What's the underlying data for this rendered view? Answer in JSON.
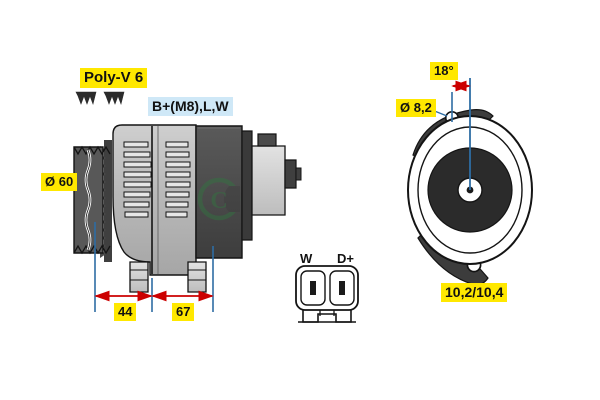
{
  "drawing": {
    "title": "Alternator dimensional drawing",
    "background_color": "#ffffff",
    "highlight_yellow": "#FFE800",
    "highlight_blue": "#CFE8F7",
    "dimension_line_color": "#CC0000",
    "extension_line_color": "#2E6DA4",
    "outline_color": "#111111"
  },
  "labels": {
    "poly_v": "Poly-V 6",
    "terminals": "B+(M8),L,W",
    "pulley_diameter": "Ø 60",
    "dim_44": "44",
    "dim_67": "67",
    "angle": "18°",
    "hole_diameter": "Ø 8,2",
    "mount_spacing": "10,2/10,4"
  },
  "connector": {
    "name": "two-pin connector",
    "pins": [
      {
        "label": "W"
      },
      {
        "label": "D+"
      }
    ]
  },
  "views": {
    "side_view": {
      "name": "alternator side elevation",
      "features": [
        "poly-v pulley",
        "cooling fan",
        "drive end housing",
        "stator fins",
        "slip ring end cover",
        "regulator block",
        "mounting feet"
      ]
    },
    "end_view": {
      "name": "alternator end elevation",
      "features": [
        "outer housing circle",
        "rotor circle",
        "shaft bore",
        "upper mounting ear",
        "lower mounting ear"
      ]
    }
  },
  "watermark": {
    "glyph": "C"
  }
}
